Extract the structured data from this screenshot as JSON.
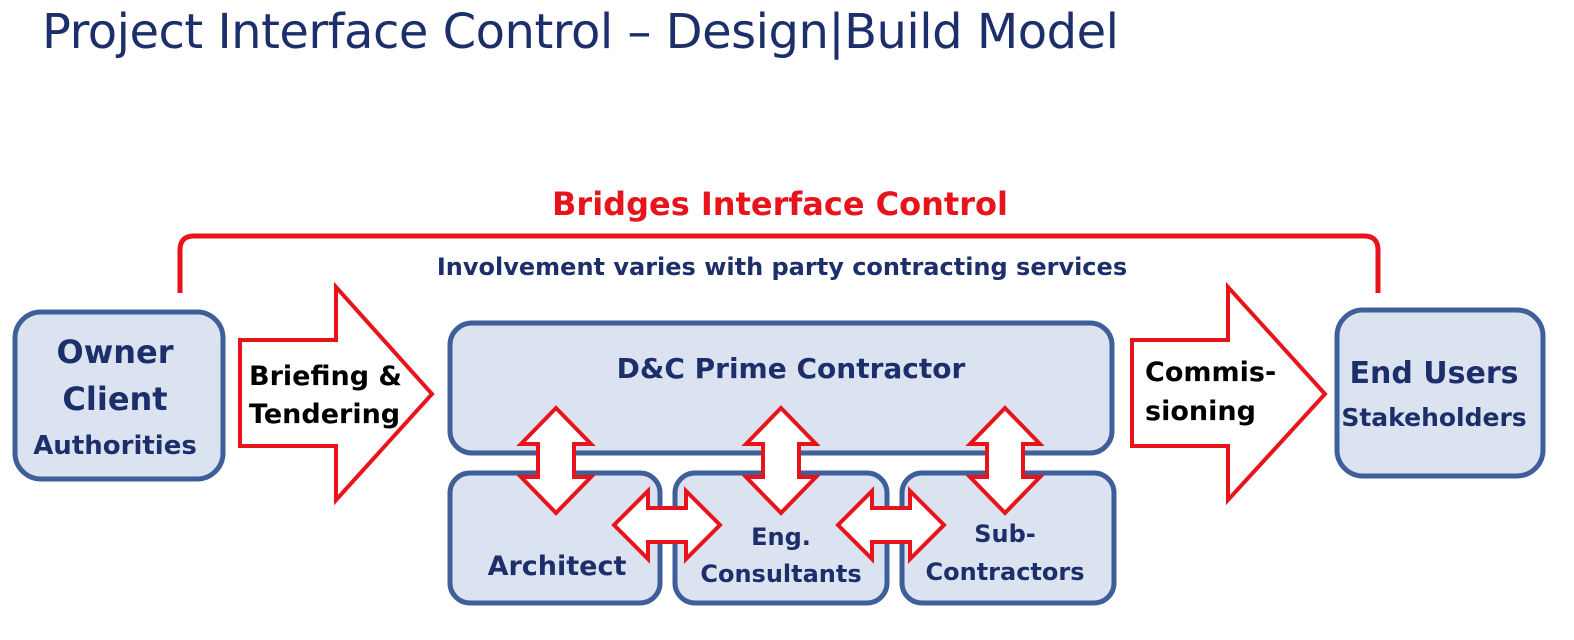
{
  "title": "Project Interface Control – Design|Build Model",
  "bridge": {
    "label": "Bridges Interface Control",
    "note": "Involvement varies with party contracting services"
  },
  "owner": {
    "line1": "Owner",
    "line2": "Client",
    "line3": "Authorities"
  },
  "arrow_left": {
    "line1": "Briefing &",
    "line2": "Tendering"
  },
  "prime": {
    "label": "D&C Prime Contractor"
  },
  "architect": {
    "label": "Architect"
  },
  "consultants": {
    "line1": "Eng.",
    "line2": "Consultants"
  },
  "subcontractors": {
    "line1": "Sub-",
    "line2": "Contractors"
  },
  "arrow_right": {
    "line1": "Commis-",
    "line2": "sioning"
  },
  "end_users": {
    "line1": "End Users",
    "line2": "Stakeholders"
  },
  "colors": {
    "title": "#1d2f6b",
    "box_fill": "#dbe3f1",
    "box_stroke": "#3f5f9a",
    "accent_red": "#e8141c",
    "text_dark": "#1d2f6b"
  }
}
